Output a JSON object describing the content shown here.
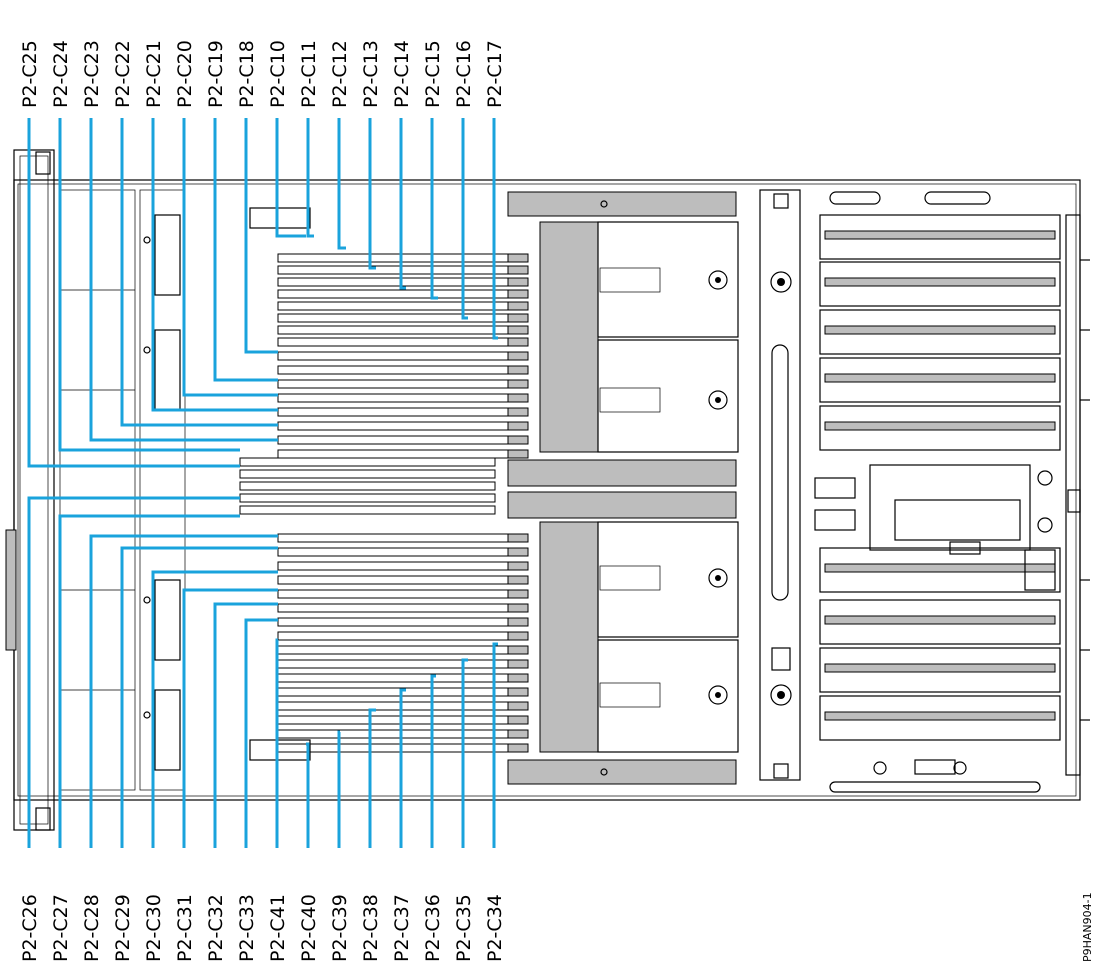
{
  "figure_code": "P9HAN904-1",
  "labels_top": [
    "P2-C25",
    "P2-C24",
    "P2-C23",
    "P2-C22",
    "P2-C21",
    "P2-C20",
    "P2-C19",
    "P2-C18",
    "P2-C10",
    "P2-C11",
    "P2-C12",
    "P2-C13",
    "P2-C14",
    "P2-C15",
    "P2-C16",
    "P2-C17"
  ],
  "labels_bottom": [
    "P2-C26",
    "P2-C27",
    "P2-C28",
    "P2-C29",
    "P2-C30",
    "P2-C31",
    "P2-C32",
    "P2-C33",
    "P2-C41",
    "P2-C40",
    "P2-C39",
    "P2-C38",
    "P2-C37",
    "P2-C36",
    "P2-C35",
    "P2-C34"
  ],
  "colors": {
    "leader": "#1aa3dc",
    "hardware": "#000000",
    "shade": "#bdbdbd"
  }
}
